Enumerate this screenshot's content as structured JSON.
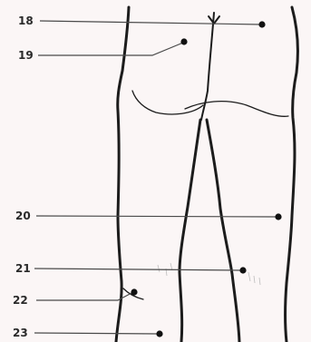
{
  "diagram": {
    "subject": "posterior view of lower body with numbered acupoints",
    "points": [
      {
        "label": "18"
      },
      {
        "label": "19"
      },
      {
        "label": "20"
      },
      {
        "label": "21"
      },
      {
        "label": "22"
      },
      {
        "label": "23"
      }
    ]
  }
}
